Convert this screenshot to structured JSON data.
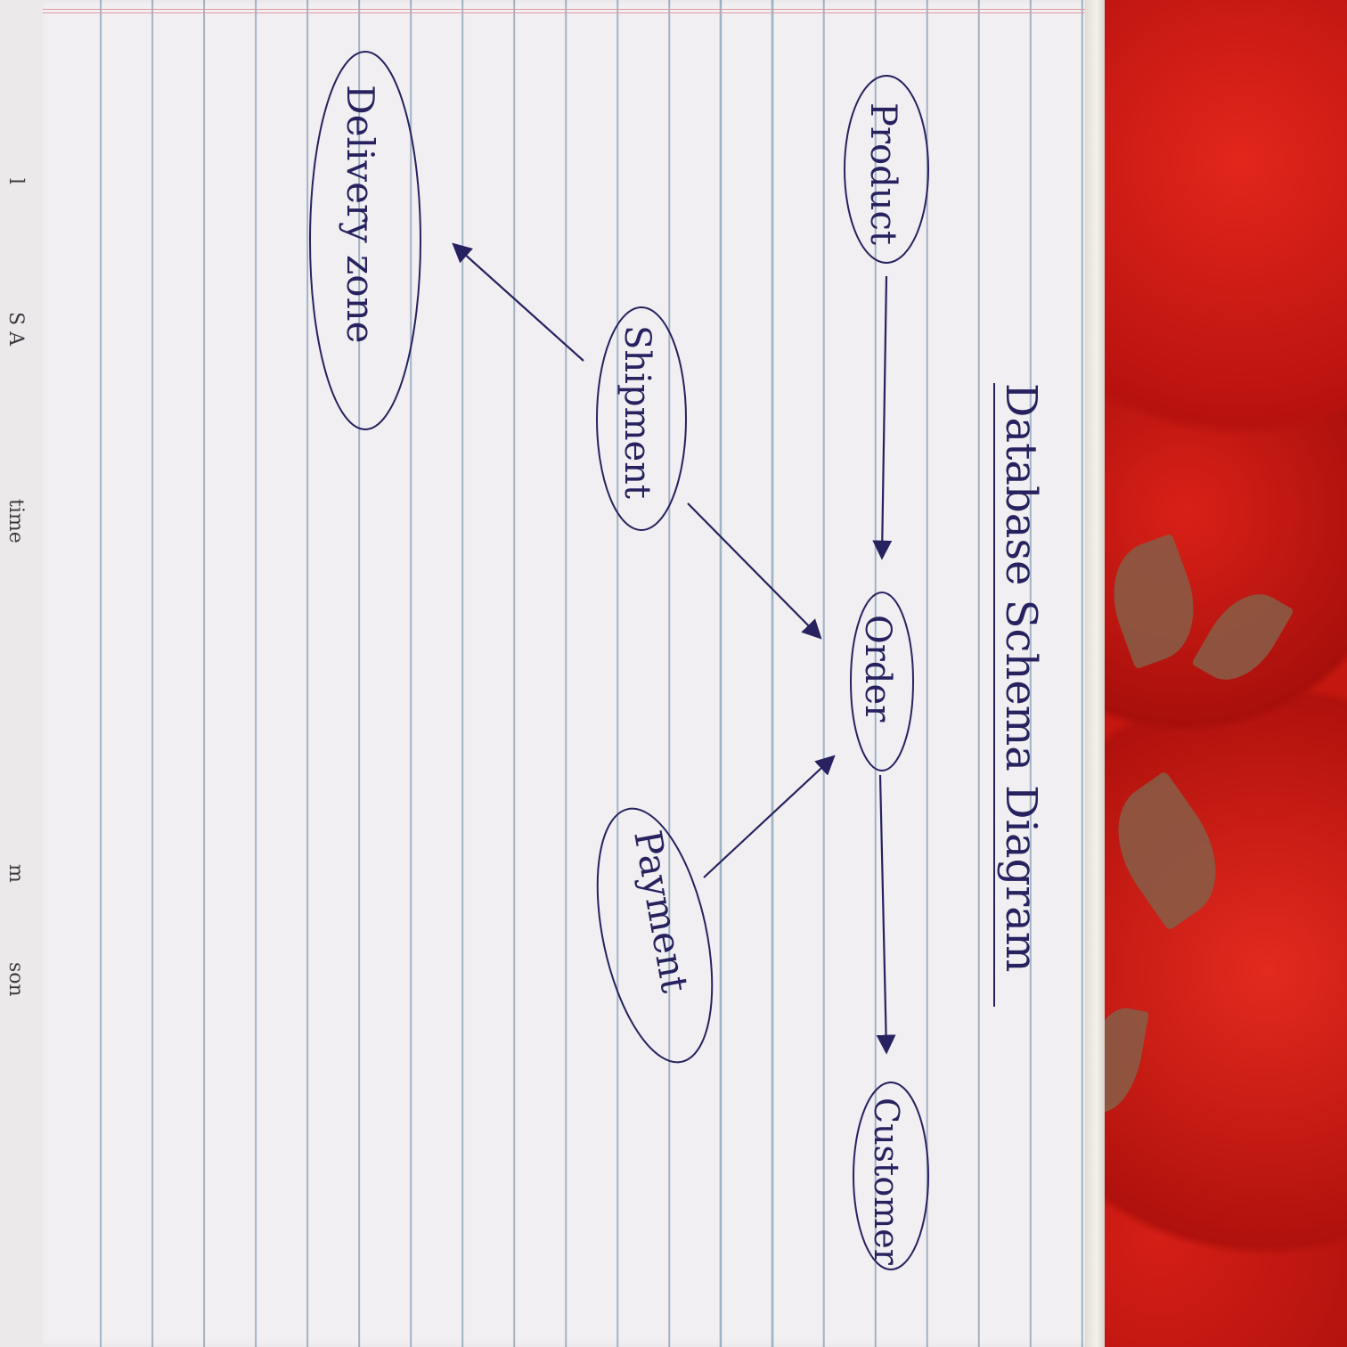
{
  "diagram": {
    "title": "Database Schema Diagram",
    "nodes": [
      {
        "id": "product",
        "label": "Product"
      },
      {
        "id": "order",
        "label": "Order"
      },
      {
        "id": "customer",
        "label": "Customer"
      },
      {
        "id": "shipment",
        "label": "Shipment"
      },
      {
        "id": "payment",
        "label": "Payment"
      },
      {
        "id": "delivery_zone",
        "label": "Delivery zone"
      }
    ],
    "edges": [
      {
        "from": "product",
        "to": "order"
      },
      {
        "from": "order",
        "to": "customer"
      },
      {
        "from": "shipment",
        "to": "order"
      },
      {
        "from": "payment",
        "to": "order"
      },
      {
        "from": "shipment",
        "to": "delivery_zone"
      }
    ]
  },
  "left_page_fragments": [
    "l",
    "S A",
    "time",
    "m",
    "son"
  ],
  "colors": {
    "ink": "#27225f",
    "paper": "#f1eff1",
    "rule": "#9fb2c4",
    "fabric": "#c4170f"
  }
}
